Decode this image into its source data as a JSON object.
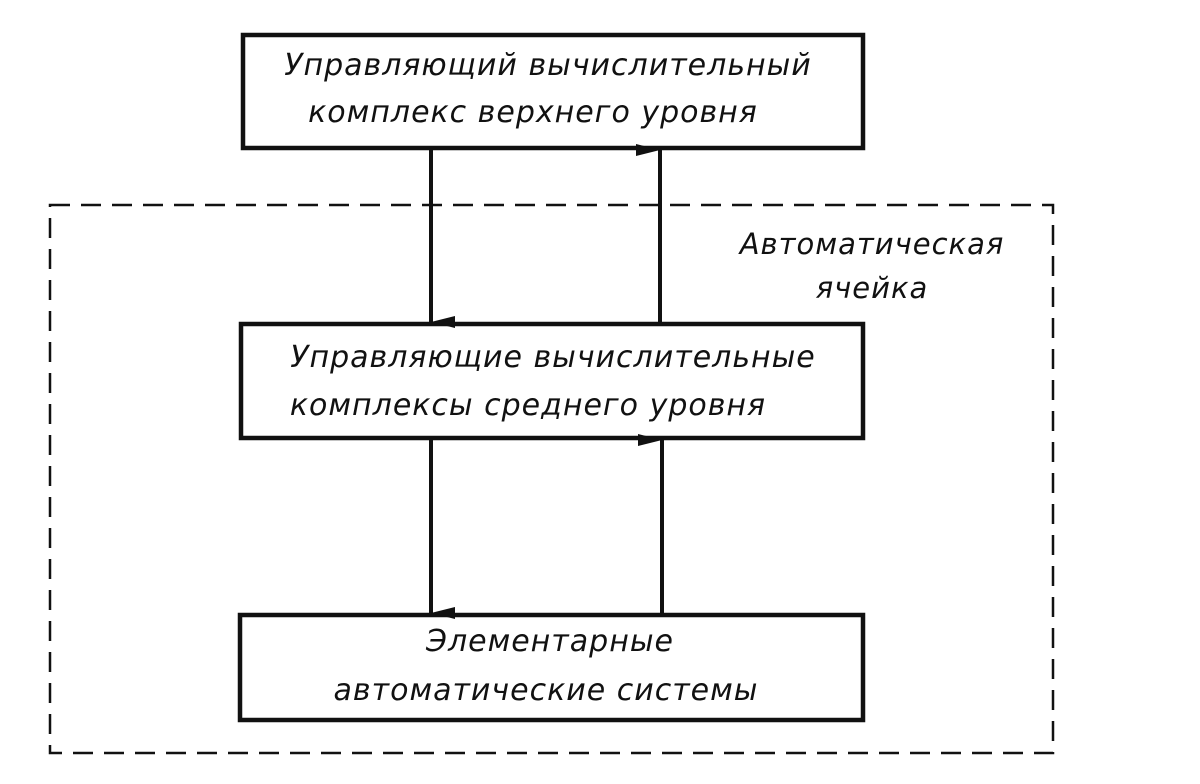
{
  "diagram": {
    "top_box": {
      "line1": "Управляющий вычислительный",
      "line2": "комплекс верхнего уровня"
    },
    "middle_box": {
      "line1": "Управляющие вычислительные",
      "line2": "комплексы среднего уровня"
    },
    "bottom_box": {
      "line1": "Элементарные",
      "line2": "автоматические системы"
    },
    "region": {
      "line1": "Автоматическая",
      "line2": "ячейка"
    },
    "colors": {
      "stroke": "#111111",
      "background": "#ffffff"
    }
  }
}
